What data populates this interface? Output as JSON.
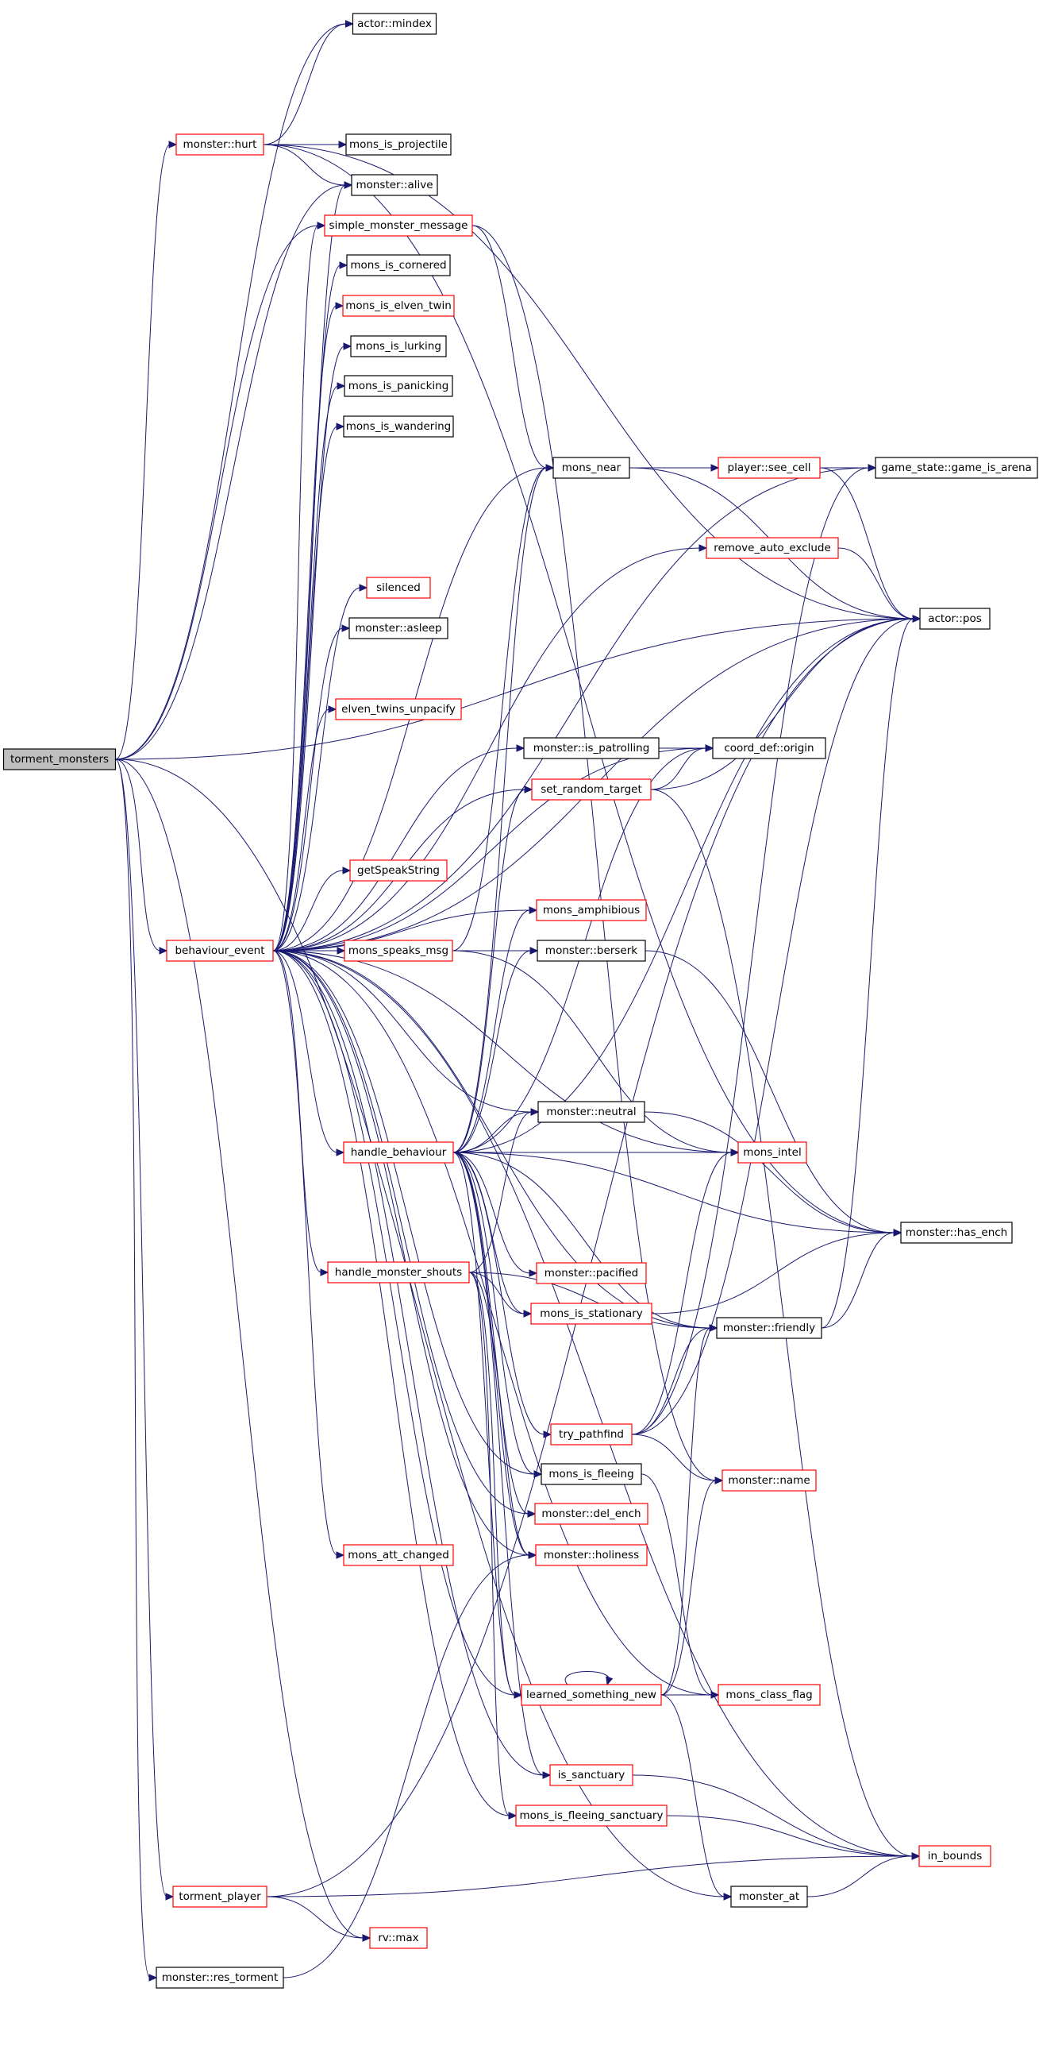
{
  "colors": {
    "edge": "#191970",
    "link_border": "#ff0000",
    "plain_border": "#000000",
    "root_fill": "#bfbfbf"
  },
  "nodes": [
    {
      "id": "torment_monsters",
      "label": "torment_monsters",
      "style": "root"
    },
    {
      "id": "actor_mindex",
      "label": "actor::mindex",
      "style": "black"
    },
    {
      "id": "monster_hurt",
      "label": "monster::hurt",
      "style": "red"
    },
    {
      "id": "mons_is_projectile",
      "label": "mons_is_projectile",
      "style": "black"
    },
    {
      "id": "monster_alive",
      "label": "monster::alive",
      "style": "black"
    },
    {
      "id": "simple_monster_message",
      "label": "simple_monster_message",
      "style": "red"
    },
    {
      "id": "mons_is_cornered",
      "label": "mons_is_cornered",
      "style": "black"
    },
    {
      "id": "mons_is_elven_twin",
      "label": "mons_is_elven_twin",
      "style": "red"
    },
    {
      "id": "mons_is_lurking",
      "label": "mons_is_lurking",
      "style": "black"
    },
    {
      "id": "mons_is_panicking",
      "label": "mons_is_panicking",
      "style": "black"
    },
    {
      "id": "mons_is_wandering",
      "label": "mons_is_wandering",
      "style": "black"
    },
    {
      "id": "mons_near",
      "label": "mons_near",
      "style": "black"
    },
    {
      "id": "player_see_cell",
      "label": "player::see_cell",
      "style": "red"
    },
    {
      "id": "game_is_arena",
      "label": "game_state::game_is_arena",
      "style": "black"
    },
    {
      "id": "remove_auto_exclude",
      "label": "remove_auto_exclude",
      "style": "red"
    },
    {
      "id": "silenced",
      "label": "silenced",
      "style": "red"
    },
    {
      "id": "actor_pos",
      "label": "actor::pos",
      "style": "black"
    },
    {
      "id": "monster_asleep",
      "label": "monster::asleep",
      "style": "black"
    },
    {
      "id": "elven_twins_unpacify",
      "label": "elven_twins_unpacify",
      "style": "red"
    },
    {
      "id": "monster_is_patrolling",
      "label": "monster::is_patrolling",
      "style": "black"
    },
    {
      "id": "coord_def_origin",
      "label": "coord_def::origin",
      "style": "black"
    },
    {
      "id": "set_random_target",
      "label": "set_random_target",
      "style": "red"
    },
    {
      "id": "getSpeakString",
      "label": "getSpeakString",
      "style": "red"
    },
    {
      "id": "mons_amphibious",
      "label": "mons_amphibious",
      "style": "red"
    },
    {
      "id": "behaviour_event",
      "label": "behaviour_event",
      "style": "red"
    },
    {
      "id": "mons_speaks_msg",
      "label": "mons_speaks_msg",
      "style": "red"
    },
    {
      "id": "monster_berserk",
      "label": "monster::berserk",
      "style": "black"
    },
    {
      "id": "monster_neutral",
      "label": "monster::neutral",
      "style": "black"
    },
    {
      "id": "handle_behaviour",
      "label": "handle_behaviour",
      "style": "red"
    },
    {
      "id": "mons_intel",
      "label": "mons_intel",
      "style": "red"
    },
    {
      "id": "monster_has_ench",
      "label": "monster::has_ench",
      "style": "black"
    },
    {
      "id": "handle_monster_shouts",
      "label": "handle_monster_shouts",
      "style": "red"
    },
    {
      "id": "monster_pacified",
      "label": "monster::pacified",
      "style": "red"
    },
    {
      "id": "mons_is_stationary",
      "label": "mons_is_stationary",
      "style": "red"
    },
    {
      "id": "monster_friendly",
      "label": "monster::friendly",
      "style": "black"
    },
    {
      "id": "try_pathfind",
      "label": "try_pathfind",
      "style": "red"
    },
    {
      "id": "mons_is_fleeing",
      "label": "mons_is_fleeing",
      "style": "black"
    },
    {
      "id": "monster_name",
      "label": "monster::name",
      "style": "red"
    },
    {
      "id": "monster_del_ench",
      "label": "monster::del_ench",
      "style": "red"
    },
    {
      "id": "mons_att_changed",
      "label": "mons_att_changed",
      "style": "red"
    },
    {
      "id": "monster_holiness",
      "label": "monster::holiness",
      "style": "red"
    },
    {
      "id": "learned_something_new",
      "label": "learned_something_new",
      "style": "red"
    },
    {
      "id": "mons_class_flag",
      "label": "mons_class_flag",
      "style": "red"
    },
    {
      "id": "is_sanctuary",
      "label": "is_sanctuary",
      "style": "red"
    },
    {
      "id": "mons_is_fleeing_sanctuary",
      "label": "mons_is_fleeing_sanctuary",
      "style": "red"
    },
    {
      "id": "in_bounds",
      "label": "in_bounds",
      "style": "red"
    },
    {
      "id": "torment_player",
      "label": "torment_player",
      "style": "red"
    },
    {
      "id": "monster_at",
      "label": "monster_at",
      "style": "black"
    },
    {
      "id": "rv_max",
      "label": "rv::max",
      "style": "red"
    },
    {
      "id": "monster_res_torment",
      "label": "monster::res_torment",
      "style": "black"
    }
  ],
  "edges": [
    [
      "torment_monsters",
      "actor_mindex"
    ],
    [
      "torment_monsters",
      "monster_hurt"
    ],
    [
      "torment_monsters",
      "monster_alive"
    ],
    [
      "torment_monsters",
      "simple_monster_message"
    ],
    [
      "torment_monsters",
      "actor_pos"
    ],
    [
      "torment_monsters",
      "behaviour_event"
    ],
    [
      "torment_monsters",
      "torment_player"
    ],
    [
      "torment_monsters",
      "rv_max"
    ],
    [
      "torment_monsters",
      "monster_res_torment"
    ],
    [
      "torment_monsters",
      "monster_at"
    ],
    [
      "monster_hurt",
      "actor_mindex"
    ],
    [
      "monster_hurt",
      "mons_is_projectile"
    ],
    [
      "monster_hurt",
      "monster_alive"
    ],
    [
      "monster_hurt",
      "actor_pos"
    ],
    [
      "monster_hurt",
      "monster_has_ench"
    ],
    [
      "simple_monster_message",
      "mons_near"
    ],
    [
      "simple_monster_message",
      "monster_name"
    ],
    [
      "mons_near",
      "player_see_cell"
    ],
    [
      "mons_near",
      "game_is_arena"
    ],
    [
      "mons_near",
      "actor_pos"
    ],
    [
      "player_see_cell",
      "game_is_arena"
    ],
    [
      "player_see_cell",
      "actor_pos"
    ],
    [
      "remove_auto_exclude",
      "actor_pos"
    ],
    [
      "monster_is_patrolling",
      "coord_def_origin"
    ],
    [
      "set_random_target",
      "coord_def_origin"
    ],
    [
      "set_random_target",
      "actor_pos"
    ],
    [
      "set_random_target",
      "in_bounds"
    ],
    [
      "behaviour_event",
      "monster_alive"
    ],
    [
      "behaviour_event",
      "mons_is_cornered"
    ],
    [
      "behaviour_event",
      "mons_is_elven_twin"
    ],
    [
      "behaviour_event",
      "mons_is_lurking"
    ],
    [
      "behaviour_event",
      "mons_is_panicking"
    ],
    [
      "behaviour_event",
      "mons_is_wandering"
    ],
    [
      "behaviour_event",
      "mons_near"
    ],
    [
      "behaviour_event",
      "game_is_arena"
    ],
    [
      "behaviour_event",
      "remove_auto_exclude"
    ],
    [
      "behaviour_event",
      "silenced"
    ],
    [
      "behaviour_event",
      "actor_pos"
    ],
    [
      "behaviour_event",
      "monster_asleep"
    ],
    [
      "behaviour_event",
      "elven_twins_unpacify"
    ],
    [
      "behaviour_event",
      "monster_is_patrolling"
    ],
    [
      "behaviour_event",
      "coord_def_origin"
    ],
    [
      "behaviour_event",
      "set_random_target"
    ],
    [
      "behaviour_event",
      "getSpeakString"
    ],
    [
      "behaviour_event",
      "mons_speaks_msg"
    ],
    [
      "behaviour_event",
      "mons_amphibious"
    ],
    [
      "behaviour_event",
      "monster_berserk"
    ],
    [
      "behaviour_event",
      "monster_neutral"
    ],
    [
      "behaviour_event",
      "handle_behaviour"
    ],
    [
      "behaviour_event",
      "handle_monster_shouts"
    ],
    [
      "behaviour_event",
      "monster_friendly"
    ],
    [
      "behaviour_event",
      "mons_is_fleeing"
    ],
    [
      "behaviour_event",
      "monster_del_ench"
    ],
    [
      "behaviour_event",
      "mons_att_changed"
    ],
    [
      "behaviour_event",
      "monster_holiness"
    ],
    [
      "behaviour_event",
      "learned_something_new"
    ],
    [
      "behaviour_event",
      "mons_class_flag"
    ],
    [
      "behaviour_event",
      "is_sanctuary"
    ],
    [
      "behaviour_event",
      "mons_is_fleeing_sanctuary"
    ],
    [
      "behaviour_event",
      "in_bounds"
    ],
    [
      "behaviour_event",
      "simple_monster_message"
    ],
    [
      "behaviour_event",
      "mons_intel"
    ],
    [
      "mons_speaks_msg",
      "mons_near"
    ],
    [
      "mons_speaks_msg",
      "mons_intel"
    ],
    [
      "monster_berserk",
      "monster_has_ench"
    ],
    [
      "monster_neutral",
      "monster_has_ench"
    ],
    [
      "handle_behaviour",
      "mons_near"
    ],
    [
      "handle_behaviour",
      "set_random_target"
    ],
    [
      "handle_behaviour",
      "mons_amphibious"
    ],
    [
      "handle_behaviour",
      "monster_berserk"
    ],
    [
      "handle_behaviour",
      "monster_neutral"
    ],
    [
      "handle_behaviour",
      "mons_intel"
    ],
    [
      "handle_behaviour",
      "monster_has_ench"
    ],
    [
      "handle_behaviour",
      "monster_pacified"
    ],
    [
      "handle_behaviour",
      "mons_is_stationary"
    ],
    [
      "handle_behaviour",
      "monster_friendly"
    ],
    [
      "handle_behaviour",
      "try_pathfind"
    ],
    [
      "handle_behaviour",
      "mons_is_fleeing"
    ],
    [
      "handle_behaviour",
      "monster_del_ench"
    ],
    [
      "handle_behaviour",
      "monster_holiness"
    ],
    [
      "handle_behaviour",
      "learned_something_new"
    ],
    [
      "handle_behaviour",
      "coord_def_origin"
    ],
    [
      "handle_behaviour",
      "actor_pos"
    ],
    [
      "handle_behaviour",
      "is_sanctuary"
    ],
    [
      "handle_monster_shouts",
      "monster_neutral"
    ],
    [
      "handle_monster_shouts",
      "mons_is_stationary"
    ],
    [
      "handle_monster_shouts",
      "monster_friendly"
    ],
    [
      "handle_monster_shouts",
      "learned_something_new"
    ],
    [
      "handle_monster_shouts",
      "mons_is_fleeing_sanctuary"
    ],
    [
      "handle_monster_shouts",
      "monster_holiness"
    ],
    [
      "mons_is_stationary",
      "monster_has_ench"
    ],
    [
      "monster_friendly",
      "monster_has_ench"
    ],
    [
      "monster_friendly",
      "actor_pos"
    ],
    [
      "try_pathfind",
      "mons_intel"
    ],
    [
      "try_pathfind",
      "monster_friendly"
    ],
    [
      "try_pathfind",
      "monster_name"
    ],
    [
      "try_pathfind",
      "actor_pos"
    ],
    [
      "try_pathfind",
      "game_is_arena"
    ],
    [
      "mons_is_fleeing",
      "mons_class_flag"
    ],
    [
      "learned_something_new",
      "learned_something_new"
    ],
    [
      "learned_something_new",
      "mons_class_flag"
    ],
    [
      "learned_something_new",
      "monster_name"
    ],
    [
      "learned_something_new",
      "monster_friendly"
    ],
    [
      "learned_something_new",
      "monster_at"
    ],
    [
      "is_sanctuary",
      "in_bounds"
    ],
    [
      "mons_is_fleeing_sanctuary",
      "in_bounds"
    ],
    [
      "torment_player",
      "rv_max"
    ],
    [
      "torment_player",
      "actor_pos"
    ],
    [
      "torment_player",
      "in_bounds"
    ],
    [
      "monster_at",
      "in_bounds"
    ],
    [
      "monster_res_torment",
      "monster_holiness"
    ]
  ]
}
